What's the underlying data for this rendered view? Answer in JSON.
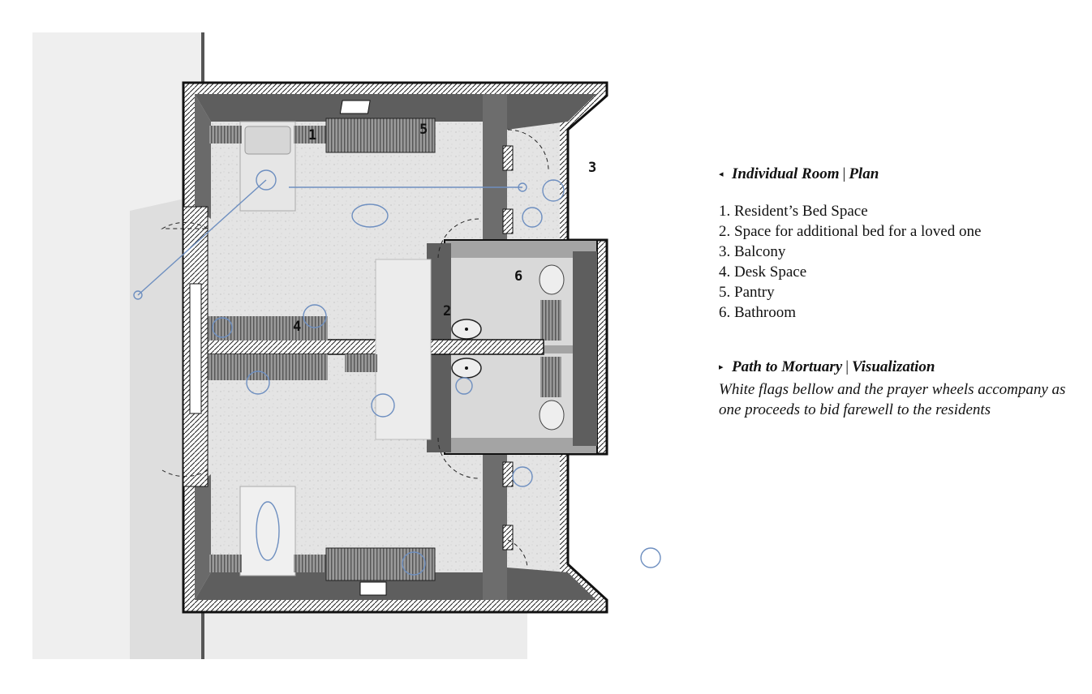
{
  "plan_labels": [
    "1",
    "2",
    "3",
    "4",
    "5",
    "6"
  ],
  "legend": {
    "plan_heading": {
      "marker": "◂",
      "title": "Individual Room",
      "separator": "|",
      "subtitle": "Plan"
    },
    "items": [
      "1. Resident’s Bed Space",
      "2. Space for additional bed for a loved one",
      "3. Balcony",
      "4. Desk Space",
      "5. Pantry",
      "6. Bathroom"
    ],
    "visualization_heading": {
      "marker": "▸",
      "title": "Path to Mortuary",
      "separator": "|",
      "subtitle": "Visualization"
    },
    "description": "White flags bellow and the prayer wheels accompany as one proceeds to bid farewell to the residents"
  },
  "colors": {
    "wall_dark": "#5e5e5e",
    "floor": "#e3e3e3",
    "ground": "#eeeeee",
    "figure_blue": "#6e8fc0"
  }
}
